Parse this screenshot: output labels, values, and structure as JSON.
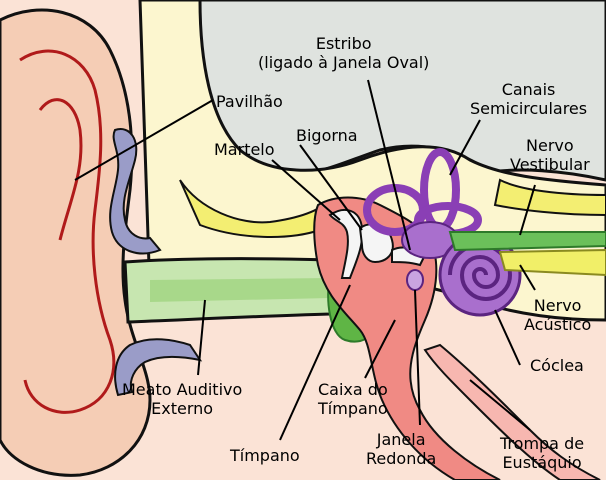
{
  "labels": {
    "estribo": [
      "Estribo",
      "(ligado à Janela Oval)"
    ],
    "pavilhao": "Pavilhão",
    "canais": [
      "Canais",
      "Semicirculares"
    ],
    "bigorna": "Bigorna",
    "martelo": "Martelo",
    "nervo_vestibular": [
      "Nervo",
      "Vestibular"
    ],
    "nervo_acustico": [
      "Nervo",
      "Acústico"
    ],
    "meato": [
      "Meato Auditivo",
      "Externo"
    ],
    "caixa": [
      "Caixa do",
      "Tímpano"
    ],
    "coclea": "Cóclea",
    "timpano": "Tímpano",
    "janela_redonda": [
      "Janela",
      "Redonda"
    ],
    "trompa": [
      "Trompa de",
      "Eustáquio"
    ]
  },
  "colors": {
    "skin": "#f5cdb5",
    "skin_light": "#fbe3d6",
    "skin_dark": "#e3a891",
    "ear_line": "#b01a1a",
    "cartilage": "#9a9cc8",
    "bone": "#f7f2b2",
    "bone_yellow": "#f3ee72",
    "canal_green": "#a8d88a",
    "canal_green_dark": "#2e9a2a",
    "ossicle_red": "#f08a84",
    "inner_purple": "#8a3fb5",
    "nerve_green": "#2e9a2a",
    "nerve_yellow": "#f1ef68",
    "skull_grey": "#dfe3df",
    "eustachian_pink": "#f7b7b0"
  }
}
